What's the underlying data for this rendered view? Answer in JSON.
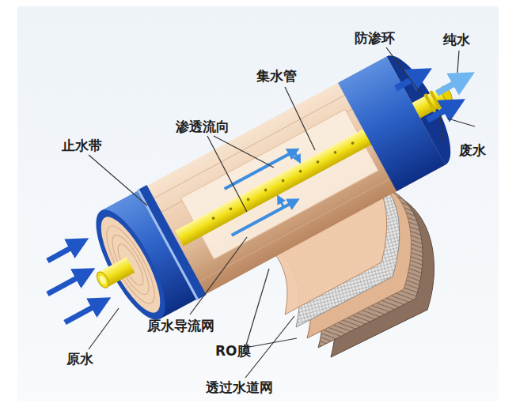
{
  "diagram": {
    "labels": [
      "纯水",
      "防渗环",
      "集水管",
      "渗透流向",
      "止水带",
      "废水",
      "原水导流网",
      "RO膜",
      "原水",
      "透过水道网"
    ]
  }
}
